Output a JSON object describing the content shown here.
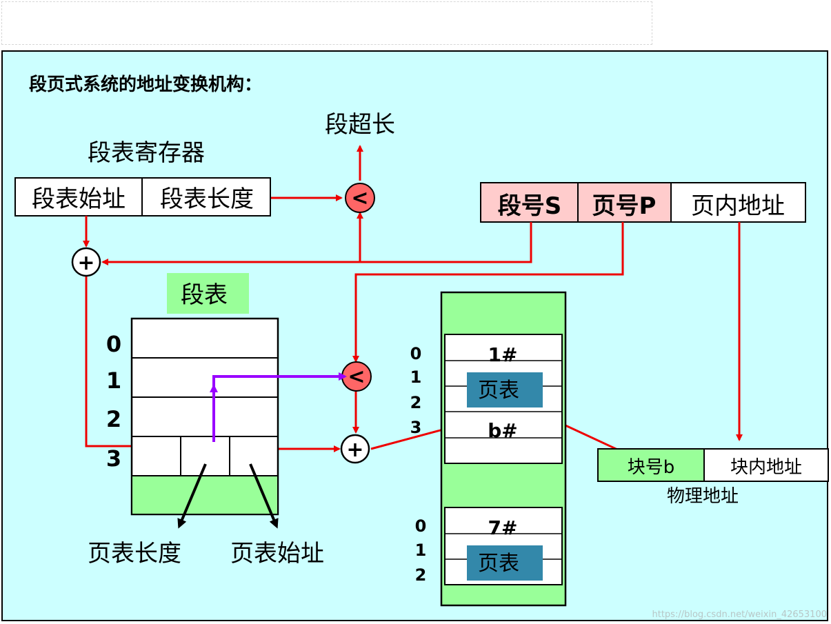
{
  "diagram": {
    "title": "段页式系统的地址变换机构：",
    "segment_overflow": "段超长",
    "segment_register": {
      "caption": "段表寄存器",
      "cells": [
        "段表始址",
        "段表长度"
      ]
    },
    "logical_address": {
      "segment_no": "段号S",
      "page_no": "页号P",
      "page_offset": "页内地址"
    },
    "segment_table": {
      "label": "段表",
      "row_numbers": [
        "0",
        "1",
        "2",
        "3"
      ],
      "page_table_length": "页表长度",
      "page_table_start": "页表始址"
    },
    "compare_symbol": "<",
    "add_symbol": "+",
    "memory": {
      "block_a": {
        "row_numbers": [
          "0",
          "1",
          "2",
          "3"
        ],
        "frame_label": "1#",
        "page_table_label": "页表",
        "frame_b_label": "b#"
      },
      "block_b": {
        "row_numbers": [
          "0",
          "1",
          "2"
        ],
        "frame_label": "7#",
        "page_table_label": "页表"
      }
    },
    "physical_address": {
      "block_no": "块号b",
      "block_offset": "块内地址",
      "caption": "物理地址"
    },
    "watermark": "https://blog.csdn.net/weixin_42653100"
  },
  "colors": {
    "background": "#ccffff",
    "pink": "#ffcccc",
    "green": "#99ff99",
    "red_arrow": "#ee0000",
    "purple_arrow": "#9900ff",
    "comparator": "#ff6666",
    "page_table_fill": "#3388aa"
  }
}
